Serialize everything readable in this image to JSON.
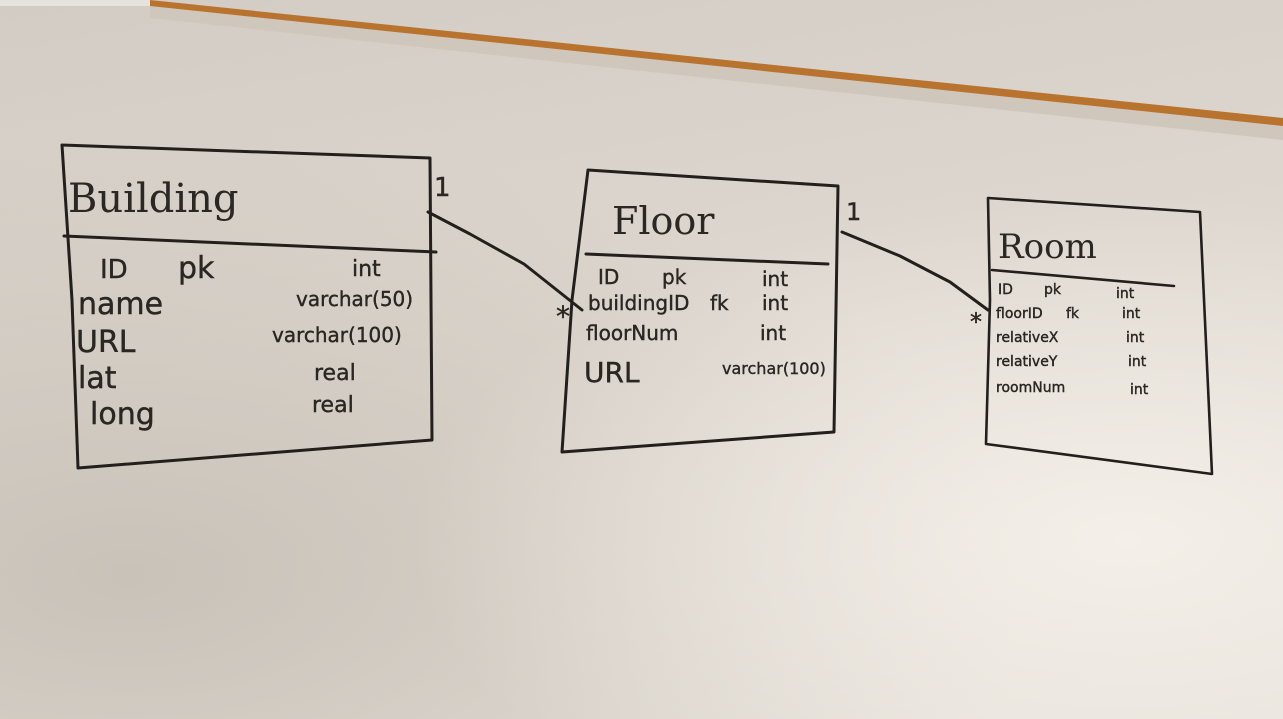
{
  "colors": {
    "marker": "#221f1c",
    "board": "#ddd7cf",
    "tray": "#b8742e"
  },
  "entities": {
    "building": {
      "name": "Building",
      "fields": [
        {
          "name": "ID",
          "key": "pk",
          "type": "int"
        },
        {
          "name": "name",
          "key": "",
          "type": "varchar(50)"
        },
        {
          "name": "URL",
          "key": "",
          "type": "varchar(100)"
        },
        {
          "name": "lat",
          "key": "",
          "type": "real"
        },
        {
          "name": "long",
          "key": "",
          "type": "real"
        }
      ]
    },
    "floor": {
      "name": "Floor",
      "fields": [
        {
          "name": "ID",
          "key": "pk",
          "type": "int"
        },
        {
          "name": "buildingID",
          "key": "fk",
          "type": "int"
        },
        {
          "name": "floorNum",
          "key": "",
          "type": "int"
        },
        {
          "name": "URL",
          "key": "",
          "type": "varchar(100)"
        }
      ]
    },
    "room": {
      "name": "Room",
      "fields": [
        {
          "name": "ID",
          "key": "pk",
          "type": "int"
        },
        {
          "name": "floorID",
          "key": "fk",
          "type": "int"
        },
        {
          "name": "relativeX",
          "key": "",
          "type": "int"
        },
        {
          "name": "relativeY",
          "key": "",
          "type": "int"
        },
        {
          "name": "roomNum",
          "key": "",
          "type": "int"
        }
      ]
    }
  },
  "relationships": [
    {
      "from": "building",
      "to": "floor",
      "from_label": "1",
      "to_label": "*"
    },
    {
      "from": "floor",
      "to": "room",
      "from_label": "1",
      "to_label": "*"
    }
  ]
}
